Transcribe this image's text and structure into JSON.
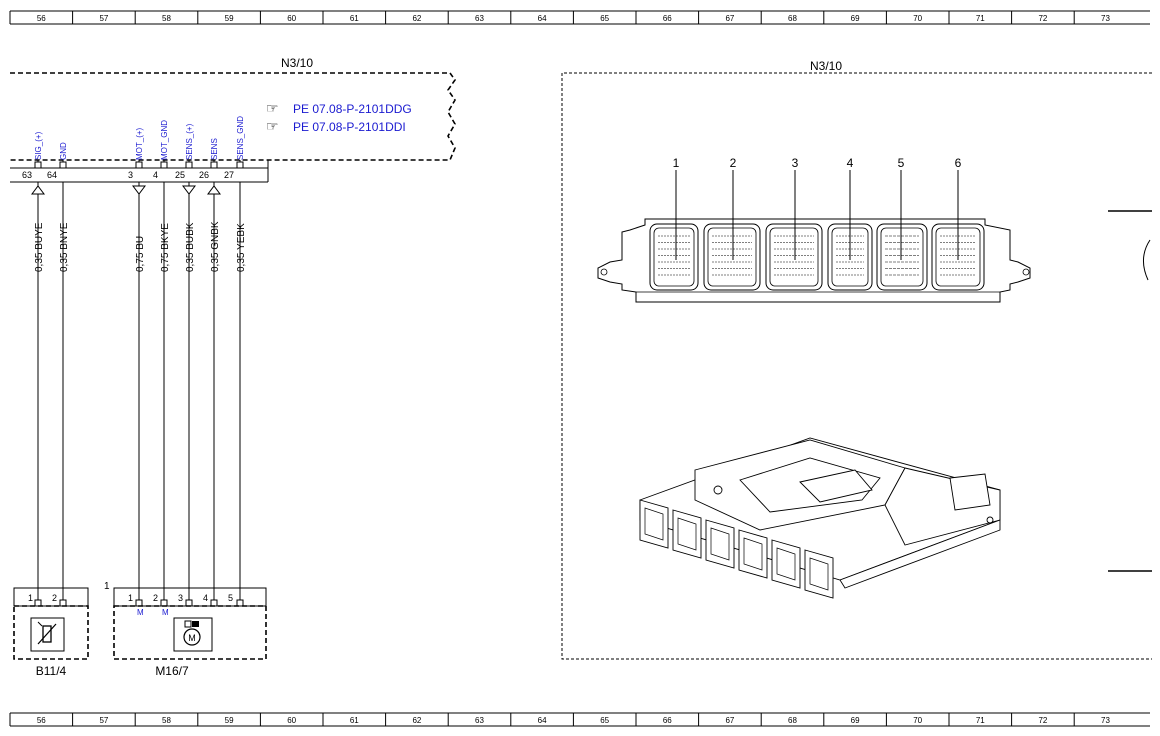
{
  "grid": {
    "columns": [
      "56",
      "57",
      "58",
      "59",
      "60",
      "61",
      "62",
      "63",
      "64",
      "65",
      "66",
      "67",
      "68",
      "69",
      "70",
      "71",
      "72",
      "73"
    ]
  },
  "ecu": {
    "label_left": "N3/10",
    "label_right": "N3/10"
  },
  "references": [
    {
      "icon": "reference-pointer-icon",
      "text": "PE 07.08-P-2101DDG"
    },
    {
      "icon": "reference-pointer-icon",
      "text": "PE 07.08-P-2101DDI"
    }
  ],
  "pins": [
    {
      "number": "63",
      "signal": "SIG_(+)",
      "wire": "0,35 BUYE"
    },
    {
      "number": "64",
      "signal": "GND",
      "wire": "0,35 BNYE"
    },
    {
      "number": "3",
      "signal": "MOT_(+)",
      "wire": "0,75 BU"
    },
    {
      "number": "4",
      "signal": "MOT_GND",
      "wire": "0,75 BKYE"
    },
    {
      "number": "25",
      "signal": "SENS_(+)",
      "wire": "0,35 BUBK"
    },
    {
      "number": "26",
      "signal": "SENS",
      "wire": "0,35 GNBK"
    },
    {
      "number": "27",
      "signal": "SENS_GND",
      "wire": "0,35 YEBK"
    }
  ],
  "extra_pin_number": "25",
  "components": {
    "sensor": {
      "label": "B11/4",
      "pins": [
        "1",
        "2"
      ]
    },
    "actuator": {
      "label": "M16/7",
      "pins": [
        "1",
        "2",
        "3",
        "4",
        "5"
      ],
      "group_number": "1",
      "pin_marks": [
        "M",
        "M"
      ],
      "motor_letter": "M"
    }
  },
  "connectors": [
    "1",
    "2",
    "3",
    "4",
    "5",
    "6"
  ]
}
